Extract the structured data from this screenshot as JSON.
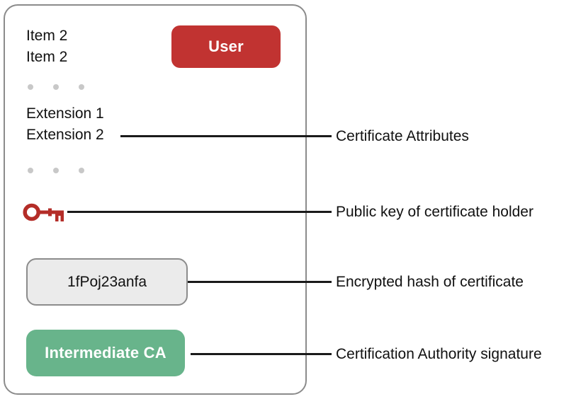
{
  "colors": {
    "red": "#c13331",
    "key-red": "#b42d28",
    "green": "#68b48b",
    "card-border": "#8b8b8b",
    "box-gray-bg": "#ebebeb",
    "box-gray-border": "#8c8c8c",
    "dot-gray": "#c8c8c8",
    "line-black": "#1a1a1a",
    "text-black": "#111111"
  },
  "certificate": {
    "items": {
      "0": "Item 2",
      "1": "Item 2"
    },
    "user_badge": "User",
    "extensions": {
      "0": "Extension 1",
      "1": "Extension 2"
    },
    "encrypted_hash": "1fPoj23anfa",
    "issuer_badge": "Intermediate CA"
  },
  "annotations": [
    {
      "label": "Certificate Attributes"
    },
    {
      "label": "Public key of certificate holder"
    },
    {
      "label": "Encrypted hash of certificate"
    },
    {
      "label": "Certification Authority signature"
    }
  ]
}
